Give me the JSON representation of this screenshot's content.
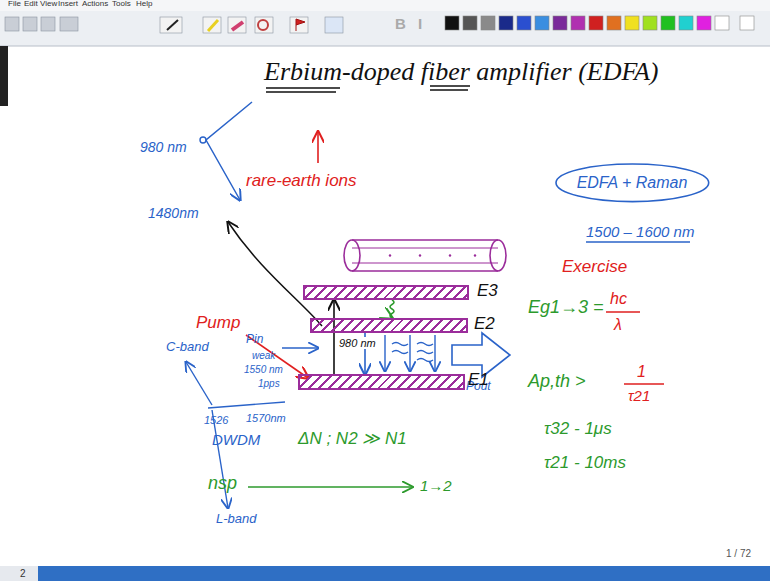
{
  "diagram": {
    "title": "Erbium-doped fiber amplifier (EDFA)",
    "nodes": [
      {
        "text": [
          "EDFA + Raman"
        ]
      },
      {
        "text": [
          "E3"
        ]
      },
      {
        "text": [
          "E2"
        ]
      },
      {
        "text": [
          "E1"
        ]
      }
    ],
    "edges": [
      {
        "from": 3,
        "to": 1,
        "arrow": "to",
        "label": "980 nm"
      },
      {
        "from": 1,
        "to": 2,
        "arrow": "to"
      },
      {
        "from": 2,
        "to": 3,
        "arrow": "to"
      }
    ],
    "labels": [
      "File",
      "Edit",
      "View",
      "Insert",
      "Actions",
      "Tools",
      "Help",
      "B",
      "I",
      "rare-earth ions",
      "980 nm",
      "1480nm",
      "1500 – 1600 nm",
      "Exercise",
      "Eg1→3 =",
      "hc",
      "λ",
      "Ap,th >",
      "1",
      "τ21",
      "τ32 - 1μs",
      "τ21 - 10ms",
      "Pump",
      "Pin",
      "weak",
      "1550 nm",
      "1pps",
      "Pout",
      "C-band",
      "1526",
      "1570nm",
      "DWDM",
      "L-band",
      "ΔN ; N2 ≫ N1",
      "nsp",
      "1→2",
      "1 / 72",
      "2"
    ]
  }
}
